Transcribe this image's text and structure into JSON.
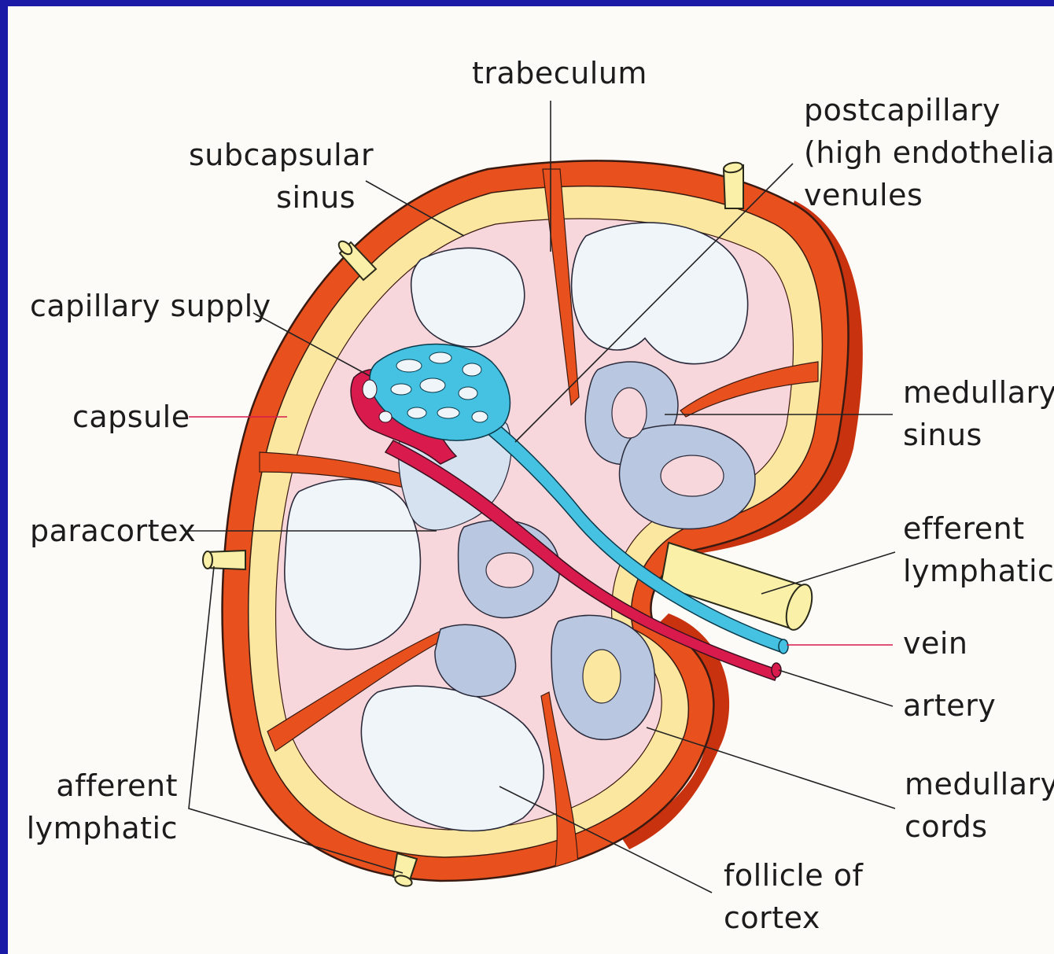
{
  "labels": {
    "trabeculum": [
      "trabeculum"
    ],
    "subcapsular_sinus": [
      "subcapsular",
      "sinus"
    ],
    "postcapillary_venules": [
      "postcapillary",
      "(high endothelial)",
      "venules"
    ],
    "capillary_supply": [
      "capillary supply"
    ],
    "capsule": [
      "capsule"
    ],
    "medullary_sinus": [
      "medullary",
      "sinus"
    ],
    "paracortex": [
      "paracortex"
    ],
    "efferent_lymphatic": [
      "efferent",
      "lymphatic"
    ],
    "vein": [
      "vein"
    ],
    "artery": [
      "artery"
    ],
    "afferent_lymphatic": [
      "afferent",
      "lymphatic"
    ],
    "medullary_cords": [
      "medullary",
      "cords"
    ],
    "follicle_of_cortex": [
      "follicle of",
      "cortex"
    ]
  },
  "colors": {
    "background_frame": "#1a1aa6",
    "paper": "#fcfbf8",
    "capsule": "#e8501e",
    "capsule_dark": "#c8320f",
    "sinus": "#fbe7a0",
    "sinus_pink": "#f7d6dc",
    "follicle": "#f0f5fa",
    "medulla": "#b9c8e0",
    "vein": "#45c2e2",
    "artery": "#d81a4c",
    "lymphatic_vessel": "#fbf0a8",
    "leader_line": "#222222"
  }
}
